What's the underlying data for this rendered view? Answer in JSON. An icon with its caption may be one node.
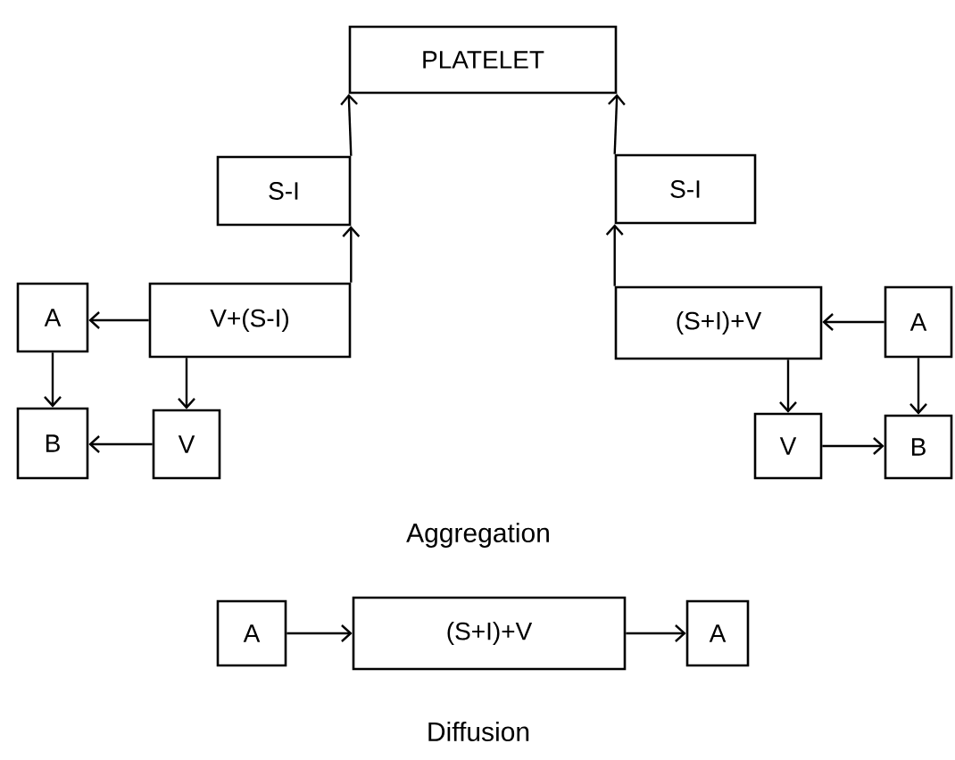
{
  "diagram": {
    "nodes": [
      {
        "text": [
          "PLATELET"
        ]
      },
      {
        "text": [
          "S-I"
        ]
      },
      {
        "text": [
          "S-I"
        ]
      },
      {
        "text": [
          "V+(S-I)"
        ]
      },
      {
        "text": [
          "A"
        ]
      },
      {
        "text": [
          "B"
        ]
      },
      {
        "text": [
          "V"
        ]
      },
      {
        "text": [
          "(S+I)+V"
        ]
      },
      {
        "text": [
          "A"
        ]
      },
      {
        "text": [
          "V"
        ]
      },
      {
        "text": [
          "B"
        ]
      },
      {
        "text": [
          "A"
        ]
      },
      {
        "text": [
          "(S+I)+V"
        ]
      },
      {
        "text": [
          "A"
        ]
      }
    ],
    "edges": [
      {
        "from": 3,
        "to": 1,
        "arrow": "to"
      },
      {
        "from": 1,
        "to": 0,
        "arrow": "to"
      },
      {
        "from": 7,
        "to": 2,
        "arrow": "to"
      },
      {
        "from": 2,
        "to": 0,
        "arrow": "to"
      },
      {
        "from": 3,
        "to": 4,
        "arrow": "to"
      },
      {
        "from": 4,
        "to": 5,
        "arrow": "to"
      },
      {
        "from": 3,
        "to": 6,
        "arrow": "to"
      },
      {
        "from": 6,
        "to": 5,
        "arrow": "to"
      },
      {
        "from": 8,
        "to": 7,
        "arrow": "to"
      },
      {
        "from": 7,
        "to": 9,
        "arrow": "to"
      },
      {
        "from": 8,
        "to": 10,
        "arrow": "to"
      },
      {
        "from": 9,
        "to": 10,
        "arrow": "to"
      },
      {
        "from": 11,
        "to": 12,
        "arrow": "to"
      },
      {
        "from": 12,
        "to": 13,
        "arrow": "to"
      }
    ],
    "labels": [
      "Aggregation",
      "Diffusion"
    ]
  }
}
